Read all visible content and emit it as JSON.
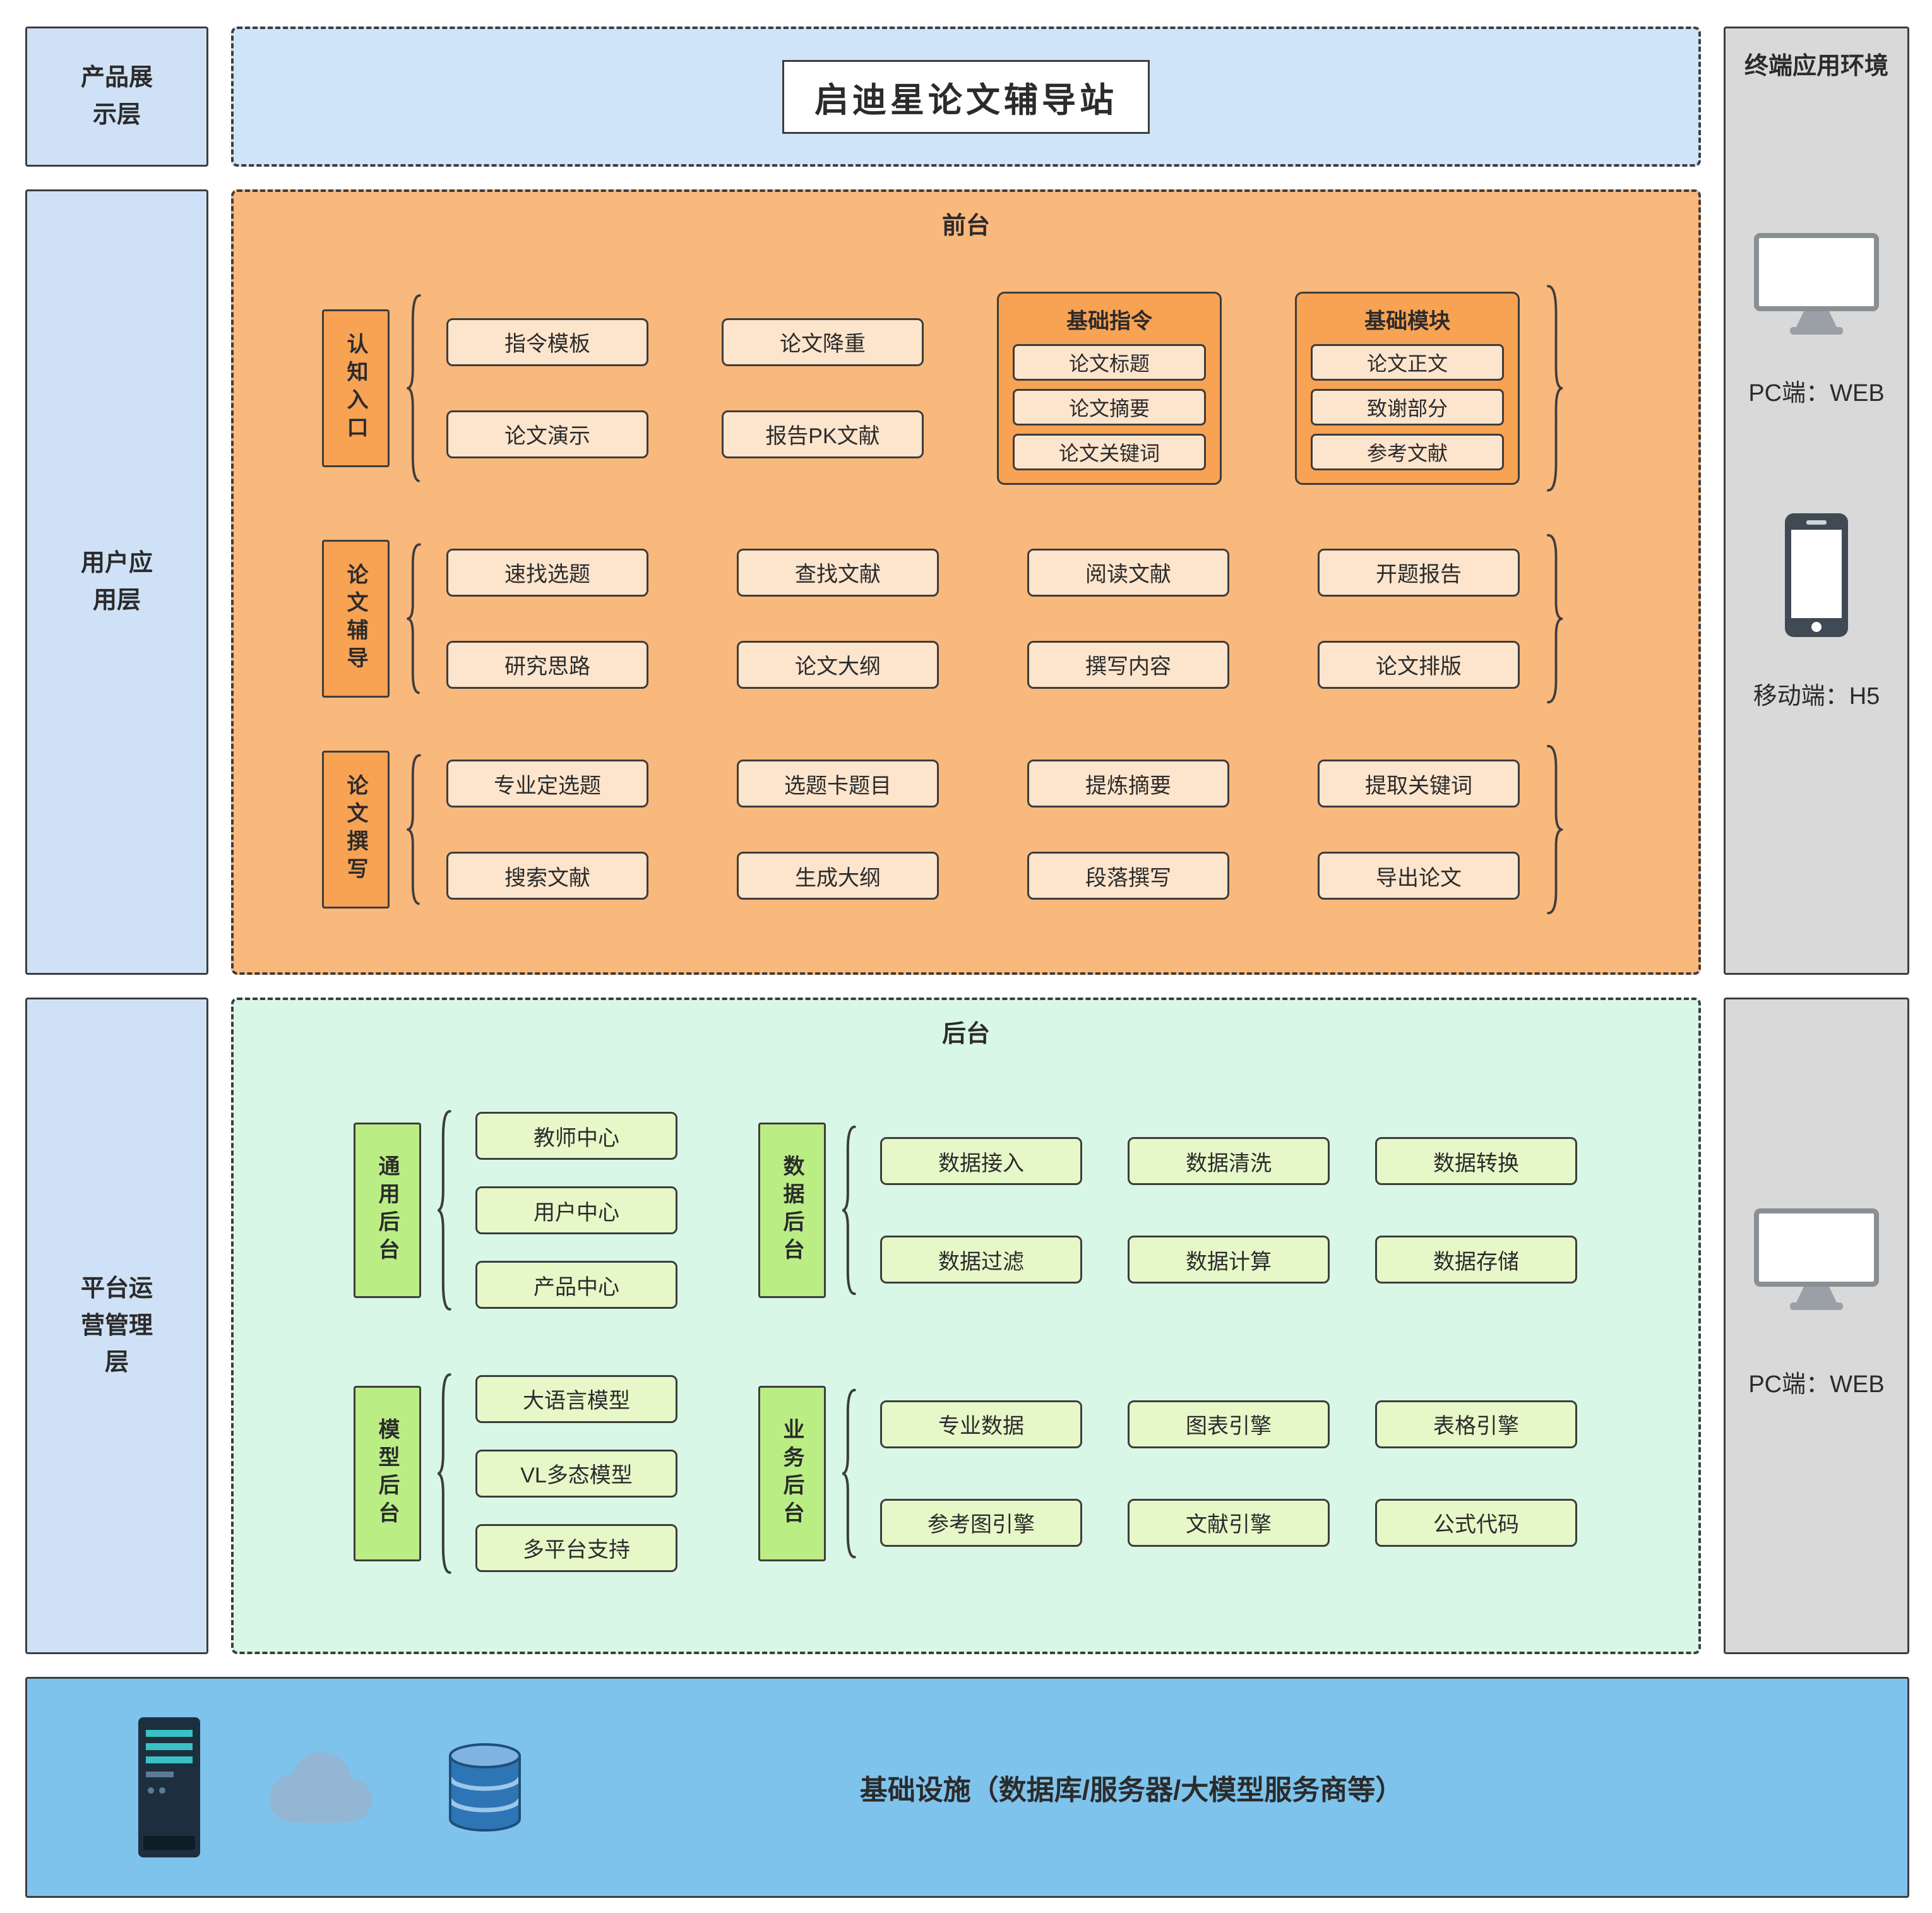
{
  "colors": {
    "layer_blue": "#cfe1f7",
    "title_blue": "#cfe4f8",
    "front_orange": "#f9b87c",
    "front_item_peach": "#fce4cd",
    "front_accent_orange": "#f8a254",
    "back_green": "#d9f7e6",
    "back_label_green": "#baee85",
    "back_item_green": "#e6f8c8",
    "terminal_gray": "#d9d9d9",
    "infra_blue": "#7ec3ec",
    "line_dark": "#3d3d3d"
  },
  "left_layers": {
    "product": "产品展示层",
    "user": "用户应用层",
    "platform": "平台运营管理层"
  },
  "title": "启迪星论文辅导站",
  "frontend": {
    "panel_label": "前台",
    "cognitive": {
      "label": "认知入口",
      "col_a": [
        "指令模板",
        "论文演示"
      ],
      "col_b": [
        "论文降重",
        "报告PK文献"
      ],
      "basic_cmd": {
        "label": "基础指令",
        "items": [
          "论文标题",
          "论文摘要",
          "论文关键词"
        ]
      },
      "basic_mod": {
        "label": "基础模块",
        "items": [
          "论文正文",
          "致谢部分",
          "参考文献"
        ]
      }
    },
    "tutoring": {
      "label": "论文辅导",
      "items": [
        "速找选题",
        "查找文献",
        "阅读文献",
        "开题报告",
        "研究思路",
        "论文大纲",
        "撰写内容",
        "论文排版"
      ]
    },
    "writing": {
      "label": "论文撰写",
      "items": [
        "专业定选题",
        "选题卡题目",
        "提炼摘要",
        "提取关键词",
        "搜索文献",
        "生成大纲",
        "段落撰写",
        "导出论文"
      ]
    }
  },
  "backend": {
    "panel_label": "后台",
    "general": {
      "label": "通用后台",
      "items": [
        "教师中心",
        "用户中心",
        "产品中心"
      ]
    },
    "data": {
      "label": "数据后台",
      "items": [
        "数据接入",
        "数据清洗",
        "数据转换",
        "数据过滤",
        "数据计算",
        "数据存储"
      ]
    },
    "model": {
      "label": "模型后台",
      "items": [
        "大语言模型",
        "VL多态模型",
        "多平台支持"
      ]
    },
    "business": {
      "label": "业务后台",
      "items": [
        "专业数据",
        "图表引擎",
        "表格引擎",
        "参考图引擎",
        "文献引擎",
        "公式代码"
      ]
    }
  },
  "terminal": {
    "title": "终端应用环境",
    "pc_web_top": "PC端：WEB",
    "mobile_h5": "移动端：H5",
    "pc_web_bottom": "PC端：WEB"
  },
  "infra": {
    "label": "基础设施（数据库/服务器/大模型服务商等）"
  }
}
